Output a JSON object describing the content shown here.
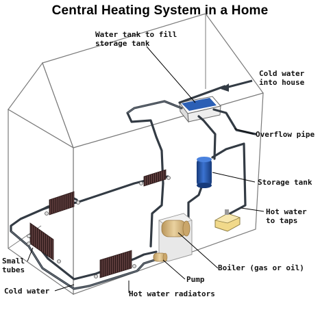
{
  "title": "Central Heating System in a Home",
  "labels": {
    "water_tank_fill": [
      "Water tank to fill",
      "storage tank"
    ],
    "cold_water_in": [
      "Cold water",
      "into house"
    ],
    "overflow_pipe": "Overflow pipe",
    "storage_tank": "Storage tank",
    "hot_water_taps": [
      "Hot water",
      "to taps"
    ],
    "small_tubes": [
      "Small",
      "tubes"
    ],
    "boiler": "Boiler (gas or oil)",
    "pump": "Pump",
    "cold_water": "Cold water",
    "hot_water_radiators": "Hot water radiators"
  },
  "colors": {
    "outline": "#7a7a7a",
    "wall_fill": "#ffffff",
    "pipe": "#333b44",
    "pipe_highlight": "#9aa3ad",
    "tank_blue": "#2b5fb5",
    "tank_dark": "#163a7a",
    "radiator": "#4a2f2f",
    "boiler": "#d8b77a",
    "tap_fixture": "#f1d98a",
    "leader": "#000000"
  }
}
